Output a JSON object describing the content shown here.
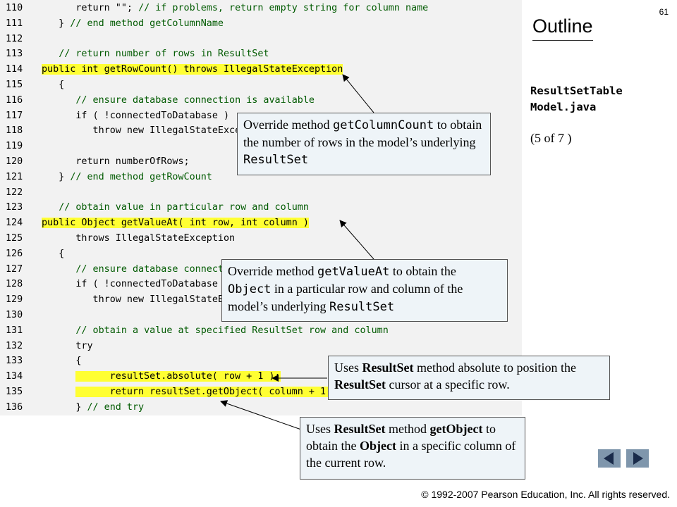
{
  "slide": {
    "page_number": "61",
    "outline_title": "Outline"
  },
  "sidebar": {
    "file_label_line1": "ResultSetTable",
    "file_label_line2": "Model.java",
    "slide_counter": "(5 of 7 )"
  },
  "code": [
    {
      "n": "110",
      "text": "      return \"\"; // if problems, return empty string for column name"
    },
    {
      "n": "111",
      "text": "   } // end method getColumnName"
    },
    {
      "n": "112",
      "text": ""
    },
    {
      "n": "113",
      "text": "   // return number of rows in ResultSet"
    },
    {
      "n": "114",
      "text": "   public int getRowCount() throws IllegalStateException"
    },
    {
      "n": "115",
      "text": "   {"
    },
    {
      "n": "116",
      "text": "      // ensure database connection is available"
    },
    {
      "n": "117",
      "text": "      if ( !connectedToDatabase )"
    },
    {
      "n": "118",
      "text": "         throw new IllegalStateExce"
    },
    {
      "n": "119",
      "text": ""
    },
    {
      "n": "120",
      "text": "      return numberOfRows;"
    },
    {
      "n": "121",
      "text": "   } // end method getRowCount"
    },
    {
      "n": "122",
      "text": ""
    },
    {
      "n": "123",
      "text": "   // obtain value in particular row and column"
    },
    {
      "n": "124",
      "text": "   public Object getValueAt( int row, int column )"
    },
    {
      "n": "125",
      "text": "      throws IllegalStateException"
    },
    {
      "n": "126",
      "text": "   {"
    },
    {
      "n": "127",
      "text": "      // ensure database connect"
    },
    {
      "n": "128",
      "text": "      if ( !connectedToDatabase"
    },
    {
      "n": "129",
      "text": "         throw new IllegalStateE"
    },
    {
      "n": "130",
      "text": ""
    },
    {
      "n": "131",
      "text": "      // obtain a value at specified ResultSet row and column"
    },
    {
      "n": "132",
      "text": "      try"
    },
    {
      "n": "133",
      "text": "      {"
    },
    {
      "n": "134",
      "text": "         resultSet.absolute( row + 1 );"
    },
    {
      "n": "135",
      "text": "         return resultSet.getObject( column + 1 )"
    },
    {
      "n": "136",
      "text": "      } // end try"
    }
  ],
  "highlighted_lines": [
    "114",
    "124",
    "134",
    "135"
  ],
  "callouts": {
    "c1": {
      "p1": "Override method ",
      "m1": "getColumnCount",
      "p2": " to obtain the number of rows in the model’s underlying ",
      "m2": "ResultSet"
    },
    "c2": {
      "p1": "Override method ",
      "m1": "getValueAt",
      "p2": " to obtain the ",
      "m2": "Object",
      "p3": " in a particular row and column of the model’s underlying ",
      "m3": "ResultSet"
    },
    "c3": {
      "p1": "Uses ",
      "b1": "ResultSet",
      "p2": " method absolute to position the ",
      "b2": "ResultSet",
      "p3": " cursor at a specific row."
    },
    "c4": {
      "p1": "Uses ",
      "b1": "ResultSet",
      "p2": " method ",
      "b2": "getObject",
      "p3": " to obtain the ",
      "b3": "Object",
      "p4": " in a specific column of the current row."
    }
  },
  "footer": {
    "copyright": "© 1992-2007 Pearson Education, Inc.  All rights reserved."
  },
  "nav": {
    "prev_icon": "triangle-left-icon",
    "next_icon": "triangle-right-icon"
  },
  "colors": {
    "highlight": "#ffff33",
    "code_bg": "#f2f2f2",
    "callout_bg": "#eef4f8",
    "nav_button": "#7f96ac"
  }
}
